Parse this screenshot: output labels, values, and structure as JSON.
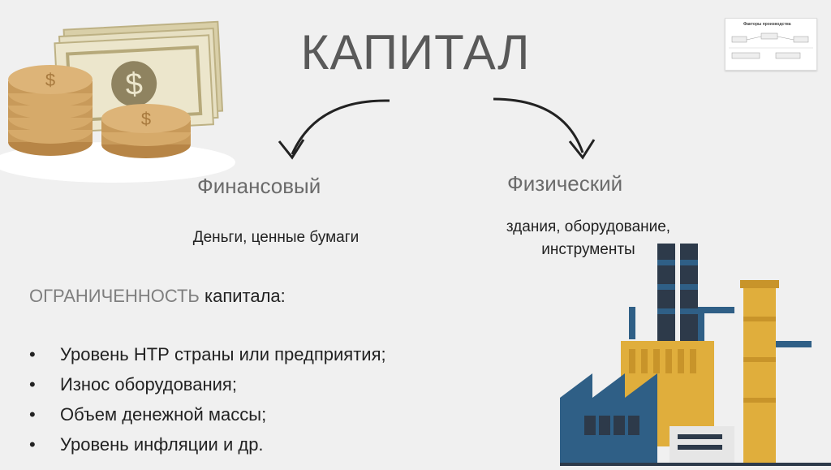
{
  "slide": {
    "title": "КАПИТАЛ",
    "left": {
      "heading": "Финансовый",
      "description": "Деньги, ценные бумаги"
    },
    "right": {
      "heading": "Физический",
      "description_lines": [
        "здания, оборудование,",
        "инструменты"
      ]
    },
    "limitation": {
      "accent": "ОГРАНИЧЕННОСТЬ",
      "rest": " капитала:"
    },
    "factors": [
      "Уровень НТР страны или предприятия;",
      "Износ оборудования;",
      "Объем денежной массы;",
      "Уровень инфляции и др."
    ],
    "thumbnail": {
      "title": "Факторы производства"
    }
  },
  "icons": {
    "money": "money-stack-with-coins-icon",
    "factory": "factory-icon",
    "arrow_left": "curved-arrow-left-icon",
    "arrow_right": "curved-arrow-right-icon"
  },
  "colors": {
    "background": "#f0f0f0",
    "coin": "#c89a5a",
    "banknote": "#e7e0c3",
    "factory_blue": "#2f5f86",
    "factory_yellow": "#e0ae3c",
    "factory_dark": "#2d3a4a"
  }
}
